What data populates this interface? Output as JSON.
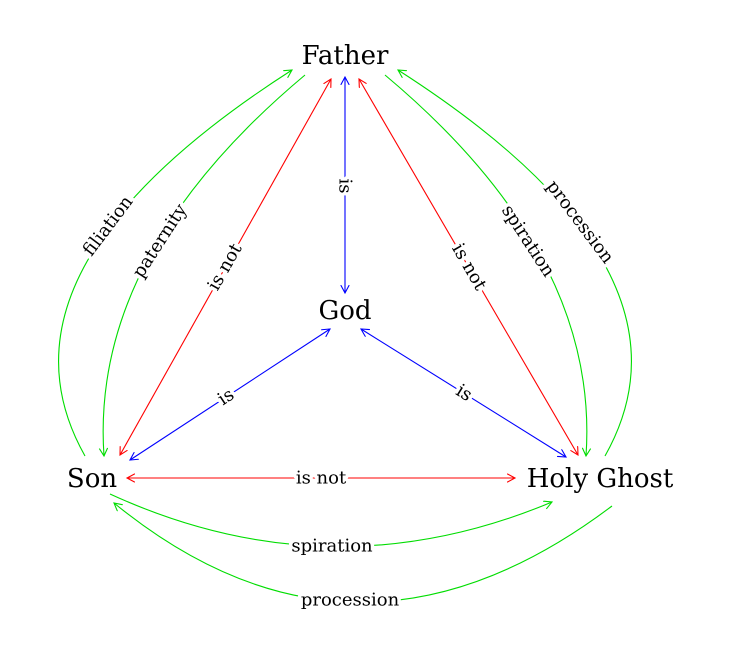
{
  "diagram": {
    "nodes": {
      "father": "Father",
      "god": "God",
      "son": "Son",
      "holy_ghost": "Holy Ghost"
    },
    "edges": {
      "father_god": {
        "label": "is",
        "from": "Father",
        "to": "God",
        "arrows": "both",
        "color": "#0000ff"
      },
      "son_god": {
        "label": "is",
        "from": "Son",
        "to": "God",
        "arrows": "both",
        "color": "#0000ff"
      },
      "holy_ghost_god": {
        "label": "is",
        "from": "Holy Ghost",
        "to": "God",
        "arrows": "both",
        "color": "#0000ff"
      },
      "father_son": {
        "label": "is not",
        "from": "Father",
        "to": "Son",
        "arrows": "both",
        "color": "#ff0000"
      },
      "father_holy_ghost": {
        "label": "is not",
        "from": "Father",
        "to": "Holy Ghost",
        "arrows": "both",
        "color": "#ff0000"
      },
      "son_holy_ghost": {
        "label": "is not",
        "from": "Son",
        "to": "Holy Ghost",
        "arrows": "both",
        "color": "#ff0000"
      },
      "filiation": {
        "label": "filiation",
        "from": "Son",
        "to": "Father",
        "arrows": "end",
        "color": "#00dd00"
      },
      "paternity": {
        "label": "paternity",
        "from": "Father",
        "to": "Son",
        "arrows": "end",
        "color": "#00dd00"
      },
      "spiration_father": {
        "label": "spiration",
        "from": "Father",
        "to": "Holy Ghost",
        "arrows": "end",
        "color": "#00dd00"
      },
      "procession_father": {
        "label": "procession",
        "from": "Holy Ghost",
        "to": "Father",
        "arrows": "end",
        "color": "#00dd00"
      },
      "spiration_son": {
        "label": "spiration",
        "from": "Son",
        "to": "Holy Ghost",
        "arrows": "end",
        "color": "#00dd00"
      },
      "procession_son": {
        "label": "procession",
        "from": "Holy Ghost",
        "to": "Son",
        "arrows": "end",
        "color": "#00dd00"
      }
    },
    "colors": {
      "identity": "#0000ff",
      "distinction": "#ff0000",
      "relation": "#00dd00",
      "text": "#000000",
      "background": "#ffffff"
    }
  }
}
